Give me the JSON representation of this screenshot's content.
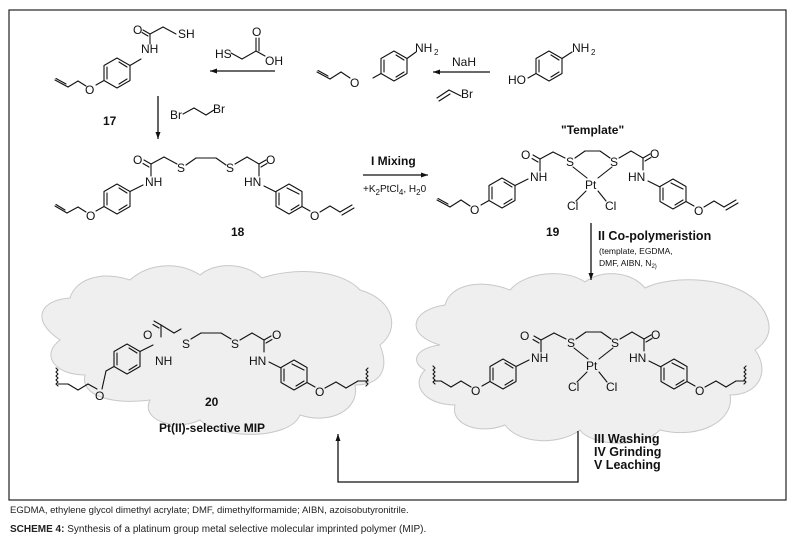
{
  "scheme": {
    "compounds": {
      "c17": {
        "label": "17",
        "sh": "SH",
        "o": "O",
        "nh": "NH",
        "ether_o": "O"
      },
      "allyloxyaniline": {
        "nh2": "NH",
        "nh2_sub": "2",
        "ether_o": "O"
      },
      "aminophenol": {
        "nh2": "NH",
        "nh2_sub": "2",
        "ho": "HO"
      },
      "c18": {
        "label": "18",
        "s": "S",
        "o": "O",
        "nh": "NH",
        "hn": "HN",
        "ether_o": "O"
      },
      "c19": {
        "label": "19",
        "title": "\"Template\"",
        "s": "S",
        "o": "O",
        "nh": "NH",
        "hn": "HN",
        "pt": "Pt",
        "cl": "Cl",
        "ether_o": "O"
      },
      "c20": {
        "label": "20",
        "title": "Pt(II)-selective MIP",
        "s": "S",
        "o": "O",
        "nh": "NH",
        "hn": "HN",
        "ether_o": "O"
      },
      "c_imprint": {
        "s": "S",
        "o": "O",
        "nh": "NH",
        "hn": "HN",
        "pt": "Pt",
        "cl": "Cl",
        "ether_o": "O"
      }
    },
    "reagents": {
      "nah": "NaH",
      "allyl_br": "Br",
      "thioglycolic_hs": "HS",
      "thioglycolic_oh": "OH",
      "thioglycolic_o": "O",
      "dibromoethane_br": "Br"
    },
    "steps": {
      "mixing_title": "I Mixing",
      "mixing_reagents_prefix": "+K",
      "mixing_sub1": "2",
      "mixing_mid": "PtCl",
      "mixing_sub2": "4",
      "mixing_suffix": ", H",
      "mixing_sub3": "2",
      "mixing_end": "0",
      "copoly_title": "II Co-polymeristion",
      "copoly_line1": "(template, EGDMA,",
      "copoly_line2": "DMF, AIBN, N",
      "copoly_line2_sub": "2)",
      "washing": "III Washing",
      "grinding": "IV Grinding",
      "leaching": "V Leaching"
    }
  },
  "footnote": "EGDMA, ethylene glycol dimethyl acrylate; DMF, dimethylformamide; AIBN, azoisobutyronitrile.",
  "caption": {
    "label": "SCHEME 4:",
    "text": " Synthesis of a platinum group metal selective molecular imprinted polymer (MIP)."
  }
}
